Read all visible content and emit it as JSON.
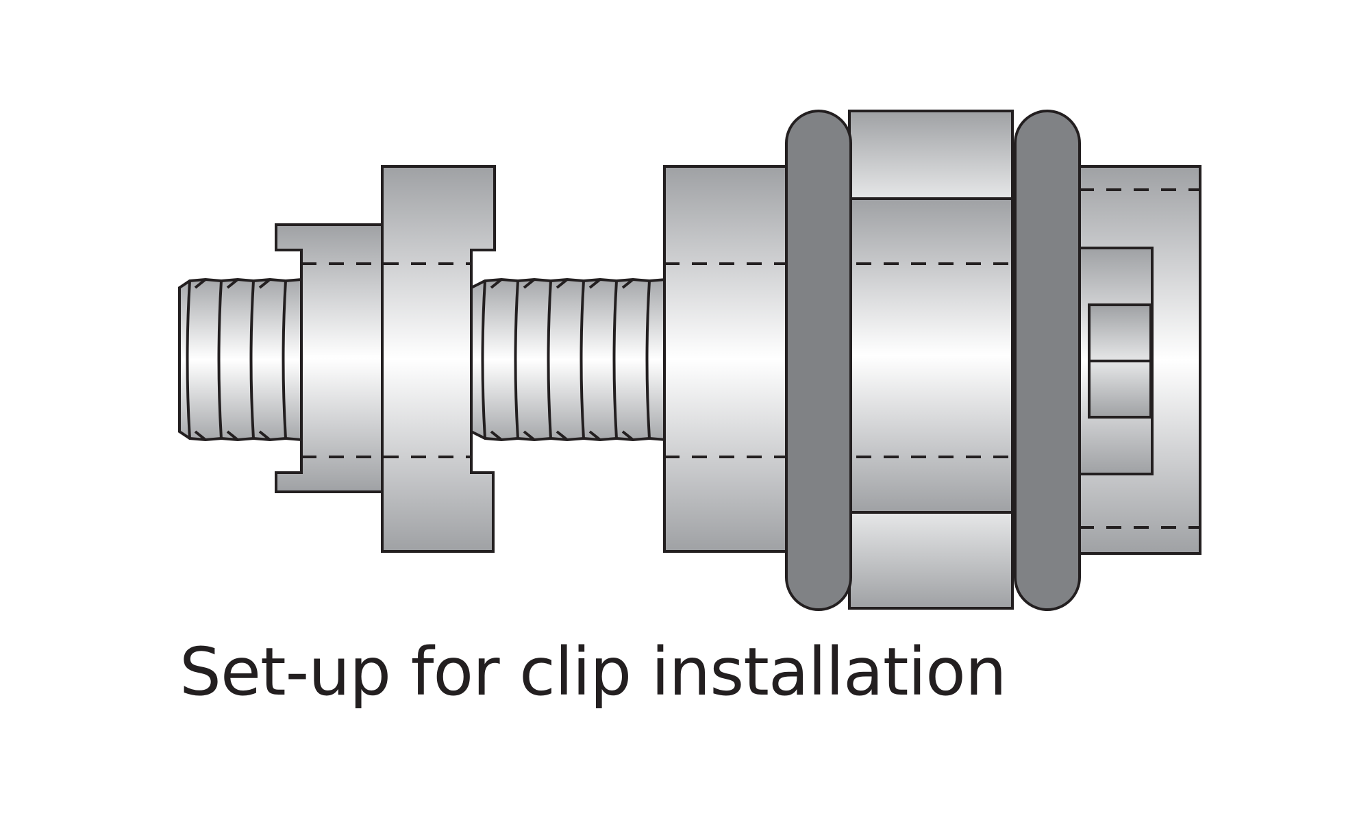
{
  "caption": "Set-up for clip installation",
  "colors": {
    "outline": "#231f20",
    "metal_light": "#ffffff",
    "metal_mid": "#d9dadc",
    "metal_dark": "#a6a8ab",
    "clip_dark": "#808285",
    "background": "#ffffff"
  },
  "parts": [
    "threaded-rod",
    "hex-nut",
    "flanged-washer",
    "fitting-body",
    "clip-ring-left",
    "clip-ring-right",
    "collar",
    "end-cap"
  ]
}
